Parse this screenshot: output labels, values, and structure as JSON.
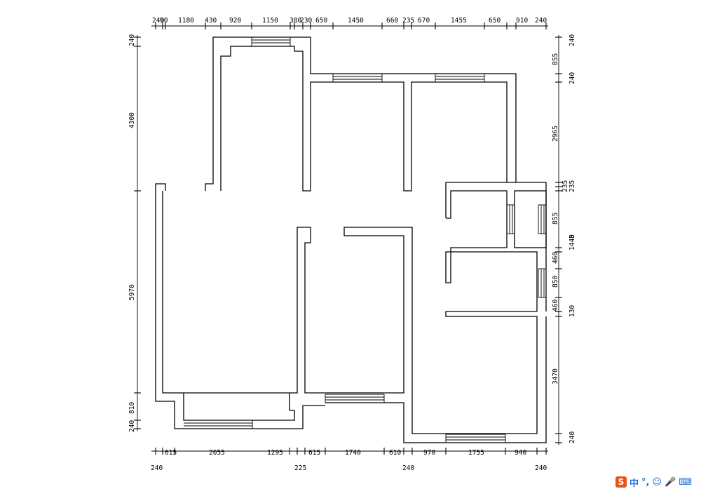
{
  "dimensions": {
    "top": [
      "240",
      "90",
      "1180",
      "430",
      "920",
      "1150",
      "380",
      "230",
      "650",
      "1450",
      "660",
      "235",
      "670",
      "1455",
      "650",
      "910",
      "240"
    ],
    "right": [
      "240",
      "855",
      "240",
      "2965",
      "235",
      "235",
      "855",
      "1440",
      "5",
      "460",
      "850",
      "130",
      "460",
      "3470",
      "240"
    ],
    "left": [
      "240",
      "4300",
      "5970",
      "810",
      "240"
    ],
    "bottom": [
      "615",
      "2055",
      "1295",
      "615",
      "1740",
      "610",
      "970",
      "1755",
      "940"
    ],
    "bottom_overall": [
      "240",
      "225",
      "240",
      "240"
    ]
  },
  "ime_toolbar": {
    "logo": "S",
    "mode": "中",
    "punct": "°,",
    "emoji": "☺",
    "mic": "🎤",
    "keyboard": "⌨"
  }
}
